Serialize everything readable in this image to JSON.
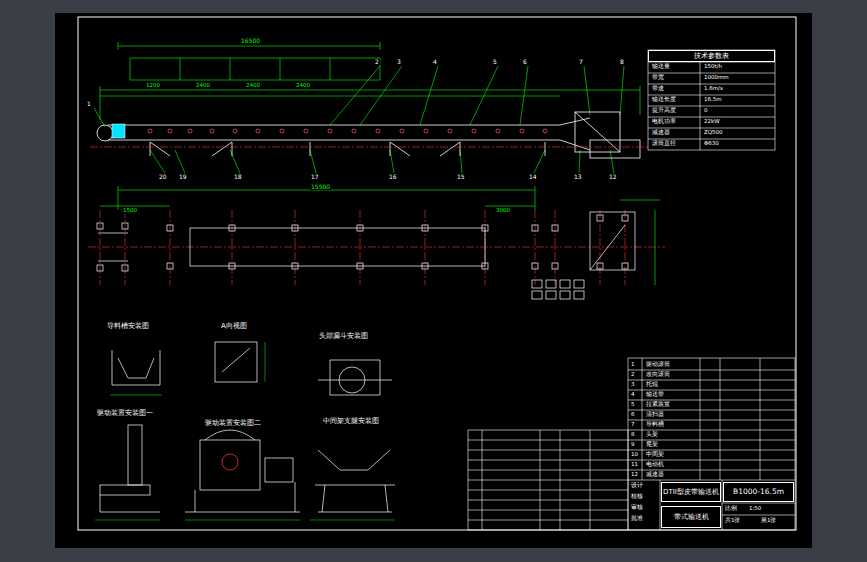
{
  "diagram": {
    "nodes": [
      {
        "text": [
          "技术参数表"
        ]
      },
      {
        "text": [
          "DTII型皮带输送机"
        ]
      },
      {
        "text": [
          "B1000-16.5m"
        ]
      },
      {
        "text": [
          "带式输送机"
        ]
      }
    ],
    "labels": [
      "导料槽安装图",
      "A向视图",
      "头部漏斗安装图",
      "驱动装置安装图一",
      "驱动装置安装图二",
      "中间架支腿安装图",
      "16500",
      "15500",
      "1200",
      "2400",
      "2400",
      "2400",
      "1500",
      "3000",
      "1",
      "2",
      "3",
      "4",
      "5",
      "6",
      "7",
      "8",
      "20",
      "19",
      "18",
      "17",
      "16",
      "15",
      "14",
      "13",
      "12",
      "输送量",
      "150t/h",
      "带宽",
      "1000mm",
      "带速",
      "1.6m/s",
      "输送长度",
      "16.5m",
      "提升高度",
      "0",
      "电机功率",
      "22kW",
      "减速器",
      "ZQ500",
      "滚筒直径",
      "Φ630",
      "1",
      "驱动滚筒",
      "2",
      "改向滚筒",
      "3",
      "托辊",
      "4",
      "输送带",
      "5",
      "拉紧装置",
      "6",
      "清扫器",
      "7",
      "导料槽",
      "8",
      "头架",
      "9",
      "尾架",
      "10",
      "中间架",
      "11",
      "电动机",
      "12",
      "减速器",
      "设计",
      "校核",
      "审核",
      "批准",
      "比例",
      "1:50",
      "共1张",
      "第1张"
    ]
  }
}
